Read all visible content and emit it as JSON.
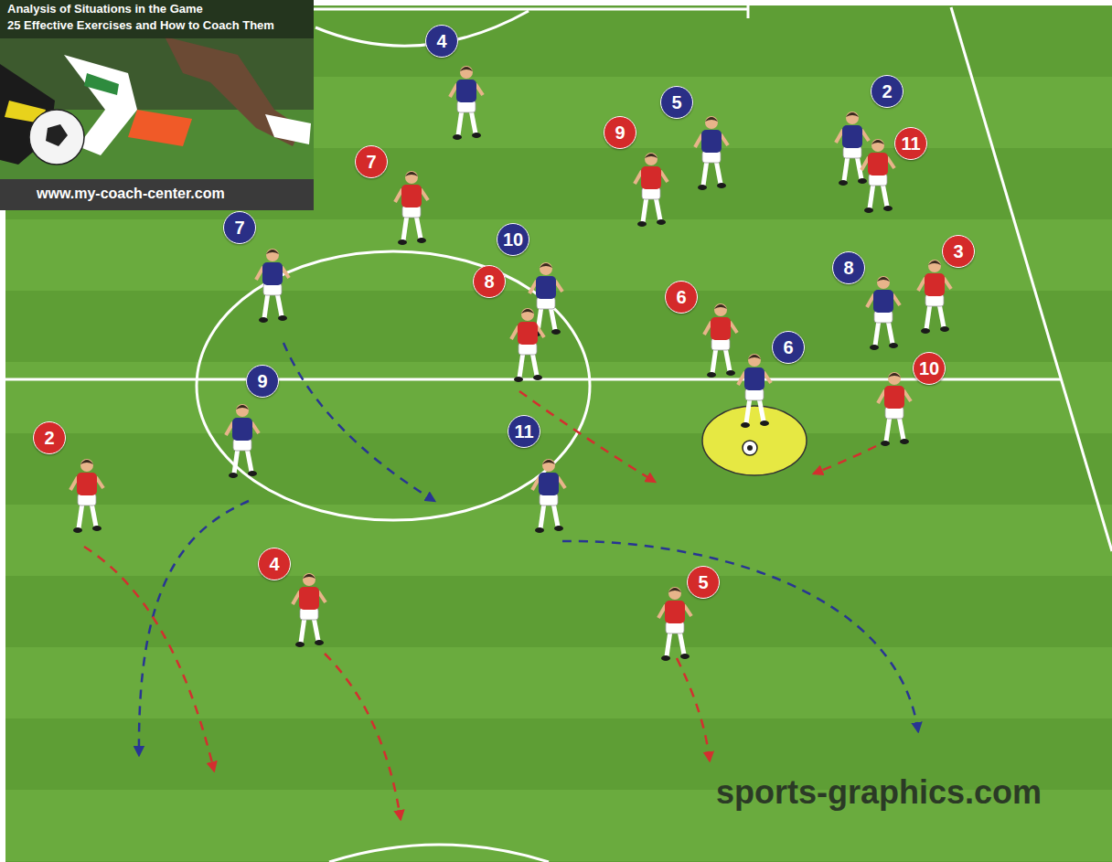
{
  "diagram": {
    "nodes": [
      {
        "text": [
          "4"
        ]
      },
      {
        "text": [
          "5"
        ]
      },
      {
        "text": [
          "2"
        ]
      },
      {
        "text": [
          "9"
        ]
      },
      {
        "text": [
          "11"
        ]
      },
      {
        "text": [
          "7"
        ]
      },
      {
        "text": [
          "7"
        ]
      },
      {
        "text": [
          "10"
        ]
      },
      {
        "text": [
          "3"
        ]
      },
      {
        "text": [
          "8"
        ]
      },
      {
        "text": [
          "8"
        ]
      },
      {
        "text": [
          "6"
        ]
      },
      {
        "text": [
          "6"
        ]
      },
      {
        "text": [
          "9"
        ]
      },
      {
        "text": [
          "10"
        ]
      },
      {
        "text": [
          "11"
        ]
      },
      {
        "text": [
          "2"
        ]
      },
      {
        "text": [
          "4"
        ]
      },
      {
        "text": [
          "5"
        ]
      }
    ],
    "labels": [
      "Analysis of Situations in the Game",
      "25 Effective Exercises and How to Coach Them",
      "www.my-coach-center.com",
      "sports-graphics.com"
    ]
  }
}
